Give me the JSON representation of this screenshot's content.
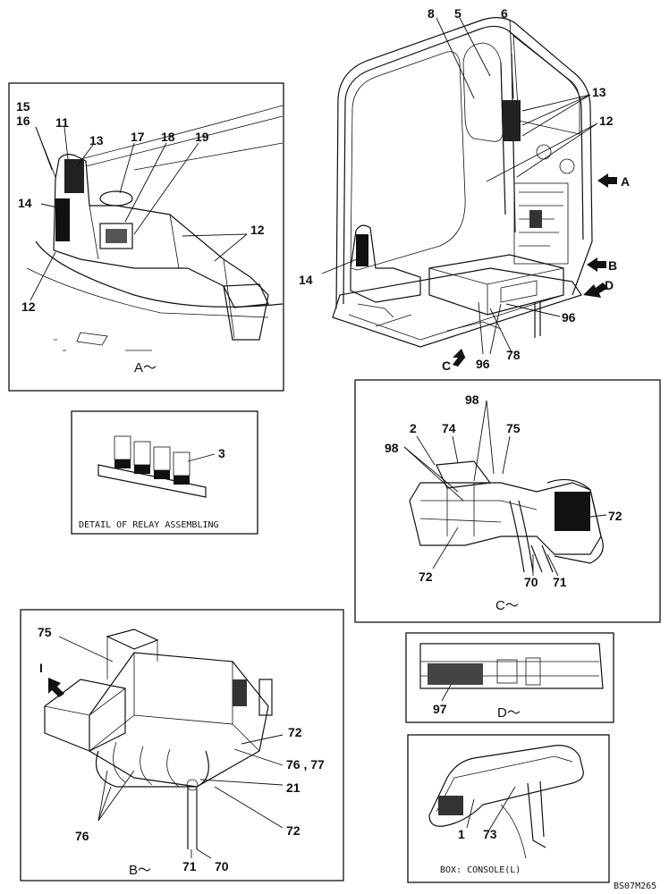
{
  "drawing_code": "BS07M265",
  "panels": {
    "a": {
      "caption": "A～"
    },
    "b": {
      "caption": "B～"
    },
    "c": {
      "caption": "C～"
    },
    "d": {
      "caption": "D～"
    },
    "relay": {
      "caption": "DETAIL OF RELAY ASSEMBLING"
    },
    "console": {
      "caption": "BOX: CONSOLE(L)"
    }
  },
  "arrows": {
    "a": "A",
    "b": "B",
    "c": "C",
    "d": "D",
    "i": "I"
  },
  "callouts": {
    "main": {
      "n8": "8",
      "n5": "5",
      "n6": "6",
      "n13": "13",
      "n12": "12",
      "n14": "14",
      "n96a": "96",
      "n96b": "96",
      "n78": "78"
    },
    "a": {
      "n15": "15",
      "n16": "16",
      "n11": "11",
      "n13": "13",
      "n17": "17",
      "n18": "18",
      "n19": "19",
      "n14": "14",
      "n12a": "12",
      "n12b": "12"
    },
    "relay": {
      "n3": "3"
    },
    "c": {
      "n98a": "98",
      "n2": "2",
      "n74": "74",
      "n75": "75",
      "n98b": "98",
      "n72a": "72",
      "n72b": "72",
      "n70": "70",
      "n71": "71"
    },
    "b": {
      "n75": "75",
      "n72a": "72",
      "n7677": "76 , 77",
      "n21": "21",
      "n76": "76",
      "n72b": "72",
      "n71": "71",
      "n70": "70"
    },
    "d": {
      "n97": "97"
    },
    "console": {
      "n1": "1",
      "n73": "73"
    }
  }
}
